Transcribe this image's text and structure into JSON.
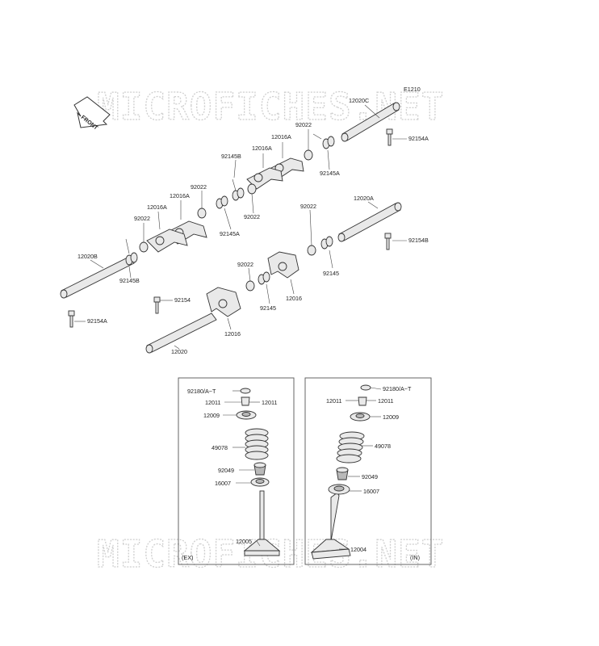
{
  "watermark": "MICROFICHES.NET",
  "front_label": "FRONT",
  "ref_code": "E1210",
  "box_labels": {
    "exhaust": "(EX)",
    "intake": "(IN)"
  },
  "labels": {
    "p12020C": "12020C",
    "p92154A_top": "92154A",
    "p92022_a": "92022",
    "p92145A_a": "92145A",
    "p12016A_a": "12016A",
    "p12016A_b": "12016A",
    "p92145B_a": "92145B",
    "p92022_b": "92022",
    "p92145A_b": "92145A",
    "p92022_c": "92022",
    "p12016A_c": "12016A",
    "p12016A_d": "12016A",
    "p92022_d": "92022",
    "p12020B": "12020B",
    "p92145B_b": "92145B",
    "p12020A": "12020A",
    "p92022_e": "92022",
    "p92154B": "92154B",
    "p92145_a": "92145",
    "p92022_f": "92022",
    "p12016_a": "12016",
    "p92145_b": "92145",
    "p92154": "92154",
    "p12016_b": "12016",
    "p12020": "12020",
    "p92154A_bot": "92154A",
    "ex_92180": "92180/A~T",
    "ex_12011_l": "12011",
    "ex_12011_r": "12011",
    "ex_12009": "12009",
    "ex_49078": "49078",
    "ex_92049": "92049",
    "ex_16007": "16007",
    "ex_12005": "12005",
    "in_92180": "92180/A~T",
    "in_12011_l": "12011",
    "in_12011_r": "12011",
    "in_12009": "12009",
    "in_49078": "49078",
    "in_92049": "92049",
    "in_16007": "16007",
    "in_12004": "12004"
  }
}
